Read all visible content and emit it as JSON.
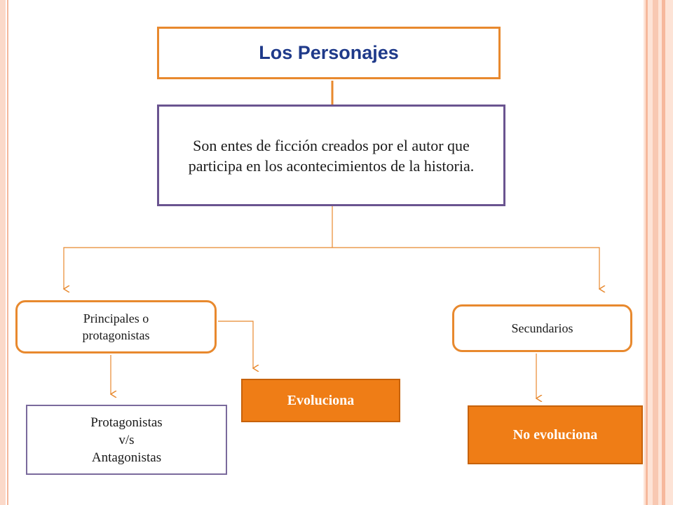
{
  "diagram": {
    "title": "Los Personajes",
    "definition": "Son entes de ficción creados por el autor que participa en los acontecimientos de la historia.",
    "principales": [
      "Principales o",
      "protagonistas"
    ],
    "secundarios": "Secundarios",
    "protagonistas_vs": [
      "Protagonistas",
      "v/s",
      "Antagonistas"
    ],
    "evoluciona": "Evoluciona",
    "no_evoluciona": "No evoluciona"
  },
  "colors": {
    "title_text": "#1f3a8a",
    "orange_border": "#e8892e",
    "purple_border": "#6a5490",
    "orange_fill": "#ef7d16",
    "decor_stripe": "#fbd9c9"
  }
}
